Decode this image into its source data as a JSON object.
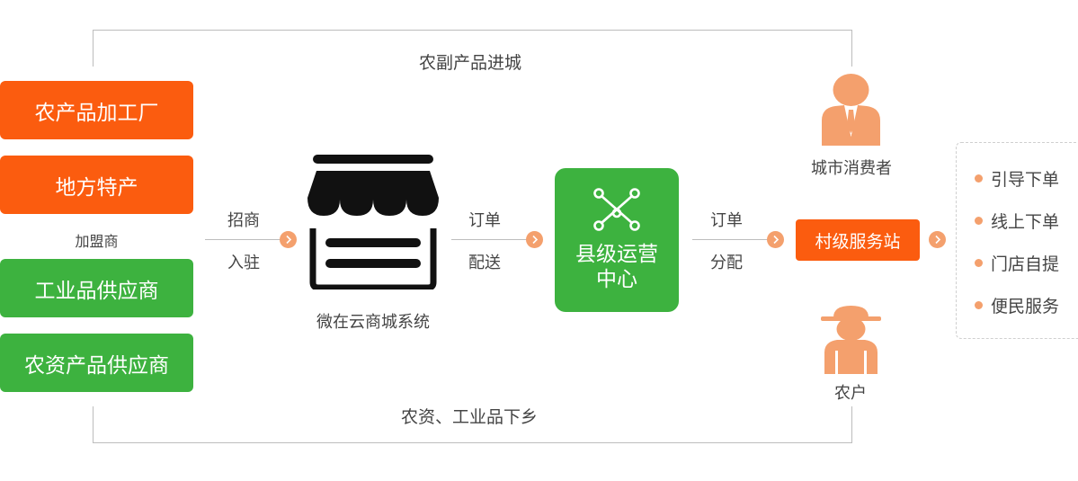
{
  "flows": {
    "top_label": "农副产品进城",
    "bottom_label": "农资、工业品下乡"
  },
  "suppliers": {
    "orange": [
      "农产品加工厂",
      "地方特产"
    ],
    "caption": "加盟商",
    "green": [
      "工业品供应商",
      "农资产品供应商"
    ]
  },
  "step1": {
    "top": "招商",
    "bottom": "入驻"
  },
  "mall": {
    "label": "微在云商城系统"
  },
  "step2": {
    "top": "订单",
    "bottom": "配送"
  },
  "center": {
    "line1": "县级运营",
    "line2": "中心"
  },
  "step3": {
    "top": "订单",
    "bottom": "分配"
  },
  "consumer": {
    "label": "城市消费者"
  },
  "station": {
    "label": "村级服务站"
  },
  "farmer": {
    "label": "农户"
  },
  "services": [
    "引导下单",
    "线上下单",
    "门店自提",
    "便民服务"
  ],
  "colors": {
    "orange": "#fb5c0f",
    "green": "#3db23f",
    "accent": "#f4a06d",
    "line": "#bdbdbd"
  }
}
